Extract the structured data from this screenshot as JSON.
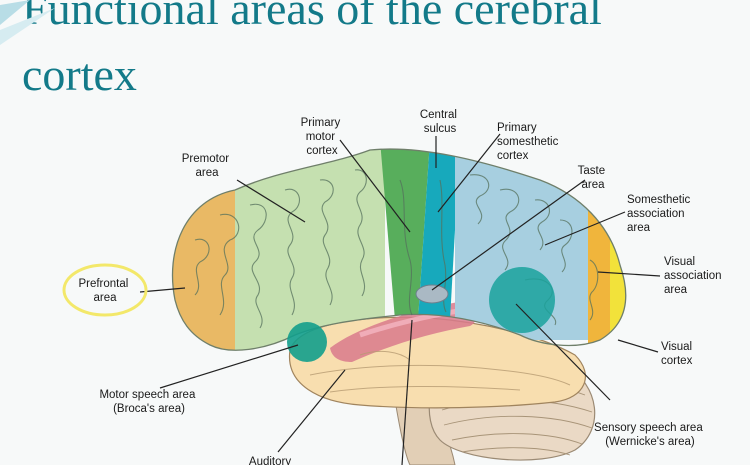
{
  "slide": {
    "title_line1": "Functional areas of the cerebral",
    "title_line2": "cortex"
  },
  "labels": {
    "premotor": [
      "Premotor",
      "area"
    ],
    "primary_motor": [
      "Primary",
      "motor",
      "cortex"
    ],
    "central_sulcus": [
      "Central",
      "sulcus"
    ],
    "primary_somesthetic": [
      "Primary",
      "somesthetic",
      "cortex"
    ],
    "taste": [
      "Taste",
      "area"
    ],
    "somesthetic_assoc": [
      "Somesthetic",
      "association",
      "area"
    ],
    "prefrontal": [
      "Prefrontal",
      "area"
    ],
    "visual_assoc": [
      "Visual",
      "association",
      "area"
    ],
    "visual_cortex": [
      "Visual",
      "cortex"
    ],
    "motor_speech": [
      "Motor speech area",
      "(Broca's area)"
    ],
    "sensory_speech": [
      "Sensory speech area",
      "(Wernicke's area)"
    ],
    "auditory": [
      "Auditory"
    ]
  },
  "colors": {
    "title": "#137a89",
    "prefrontal": "#e9b965",
    "premotor": "#c5e0b0",
    "primary_motor": "#58ae5c",
    "primary_somesthetic": "#17a9bc",
    "somesthetic_assoc": "#a7cfe0",
    "visual_assoc": "#f0b53c",
    "visual_cortex": "#f2e23a",
    "temporal": "#f8deaf",
    "auditory": "#d97a8c",
    "broca": "#129e8c",
    "wernicke": "#1aa29c",
    "cerebellum": "#ead9c5",
    "highlight_circle": "#f3e86a"
  }
}
